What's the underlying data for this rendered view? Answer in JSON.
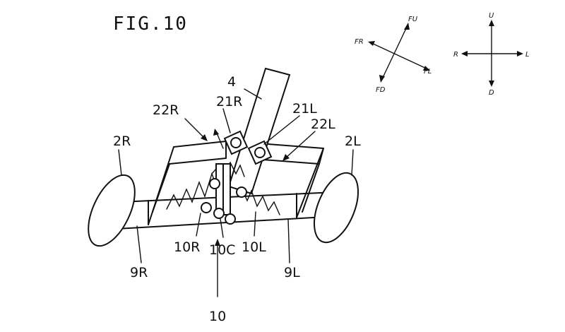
{
  "figure": {
    "title": "FIG.10"
  },
  "directions": {
    "oblique": {
      "up": "FU",
      "down": "FD",
      "right": "FR",
      "left": "FL"
    },
    "plain": {
      "up": "U",
      "down": "D",
      "right": "R",
      "left": "L"
    }
  },
  "labels": {
    "steering": "4",
    "sensor_right": "21R",
    "sensor_left": "21L",
    "arm_right": "22R",
    "arm_left": "22L",
    "wheel_right": "2R",
    "wheel_left": "2L",
    "spring_right": "10R",
    "spring_center": "10C",
    "spring_left": "10L",
    "link_right": "9R",
    "link_left": "9L",
    "assembly": "10"
  },
  "colors": {
    "ink": "#111111",
    "paper": "#ffffff"
  }
}
